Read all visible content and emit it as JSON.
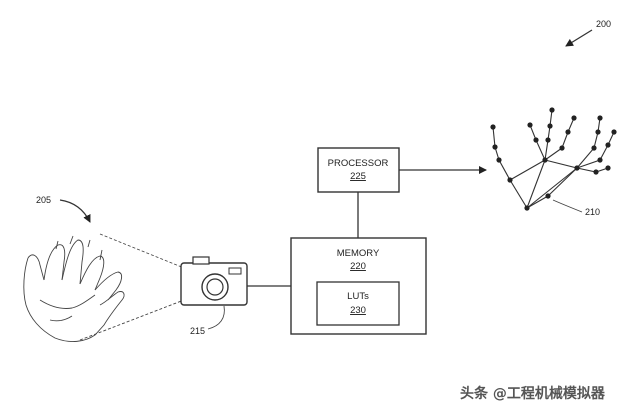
{
  "figure": {
    "number": "200",
    "hand_ref": "205",
    "skeleton_ref": "210",
    "camera_ref": "215"
  },
  "processor": {
    "title": "PROCESSOR",
    "ref": "225"
  },
  "memory": {
    "title": "MEMORY",
    "ref": "220"
  },
  "luts": {
    "title": "LUTs",
    "ref": "230"
  },
  "watermark": {
    "text": "头条 @工程机械模拟器"
  }
}
